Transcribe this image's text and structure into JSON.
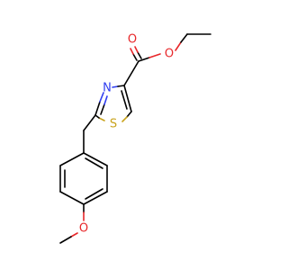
{
  "molecule": {
    "atoms": {
      "o_carbonyl": "O",
      "o_ester": "O",
      "n_ring": "N",
      "s_ring": "S",
      "o_methoxy": "O"
    },
    "colors": {
      "carbon_bond": "#000000",
      "oxygen": "#e8272a",
      "nitrogen": "#2f3df0",
      "sulfur": "#c9a31c"
    }
  }
}
